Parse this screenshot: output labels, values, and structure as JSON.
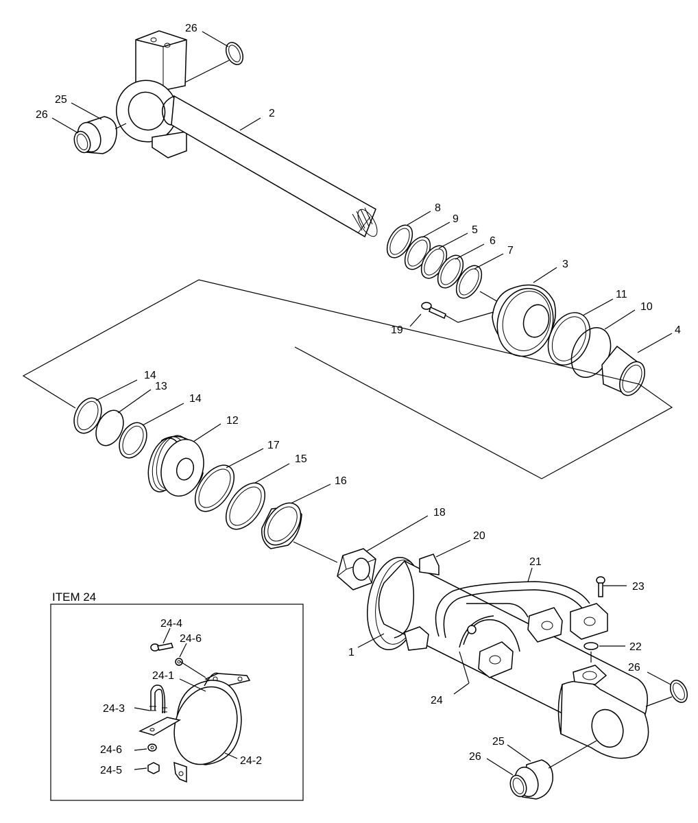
{
  "inset": {
    "title": "ITEM 24"
  },
  "labels": {
    "l26a": "26",
    "l25a": "25",
    "l26b": "26",
    "l2": "2",
    "l8": "8",
    "l9": "9",
    "l5": "5",
    "l6": "6",
    "l7": "7",
    "l3": "3",
    "l19": "19",
    "l11": "11",
    "l10": "10",
    "l4": "4",
    "l14a": "14",
    "l13": "13",
    "l14b": "14",
    "l12": "12",
    "l17": "17",
    "l15": "15",
    "l16": "16",
    "l18": "18",
    "l20": "20",
    "l21": "21",
    "l23": "23",
    "l22": "22",
    "l1": "1",
    "l24": "24",
    "l26c": "26",
    "l25b": "25",
    "l26d": "26",
    "i244": "24-4",
    "i246a": "24-6",
    "i241": "24-1",
    "i243": "24-3",
    "i246b": "24-6",
    "i245": "24-5",
    "i242": "24-2"
  }
}
